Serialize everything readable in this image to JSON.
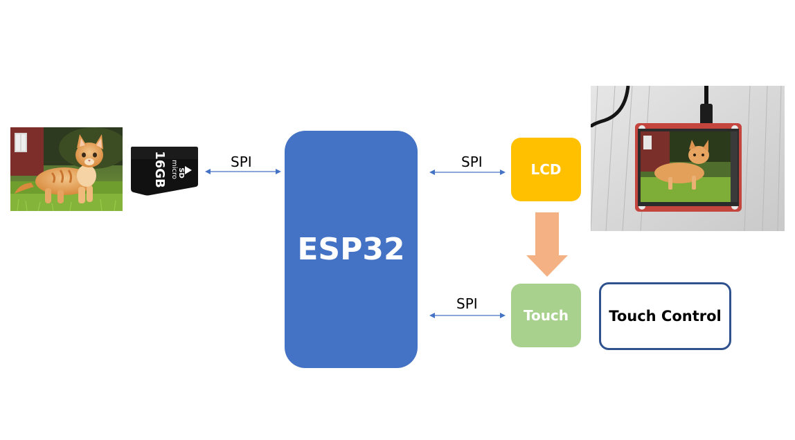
{
  "diagram": {
    "core": {
      "label": "ESP32"
    },
    "blocks": {
      "lcd": {
        "label": "LCD"
      },
      "touch": {
        "label": "Touch"
      },
      "touch_control": {
        "label": "Touch Control"
      }
    },
    "links": {
      "sd_to_esp32": {
        "label": "SPI"
      },
      "esp32_to_lcd": {
        "label": "SPI"
      },
      "esp32_to_touch": {
        "label": "SPI"
      }
    },
    "sd_card": {
      "capacity": "16GB",
      "brand": "micro SD"
    }
  },
  "colors": {
    "esp32": "#4472c4",
    "lcd": "#ffc000",
    "touch": "#a9d18e",
    "touch_control_border": "#2f528f",
    "flow_arrow": "#f4b183",
    "connector": "#4472c4"
  },
  "icons": {
    "kitten_photo": "kitten-photo",
    "sd_card": "micro-sd-card-icon",
    "lcd_photo": "lcd-screen-photo"
  }
}
